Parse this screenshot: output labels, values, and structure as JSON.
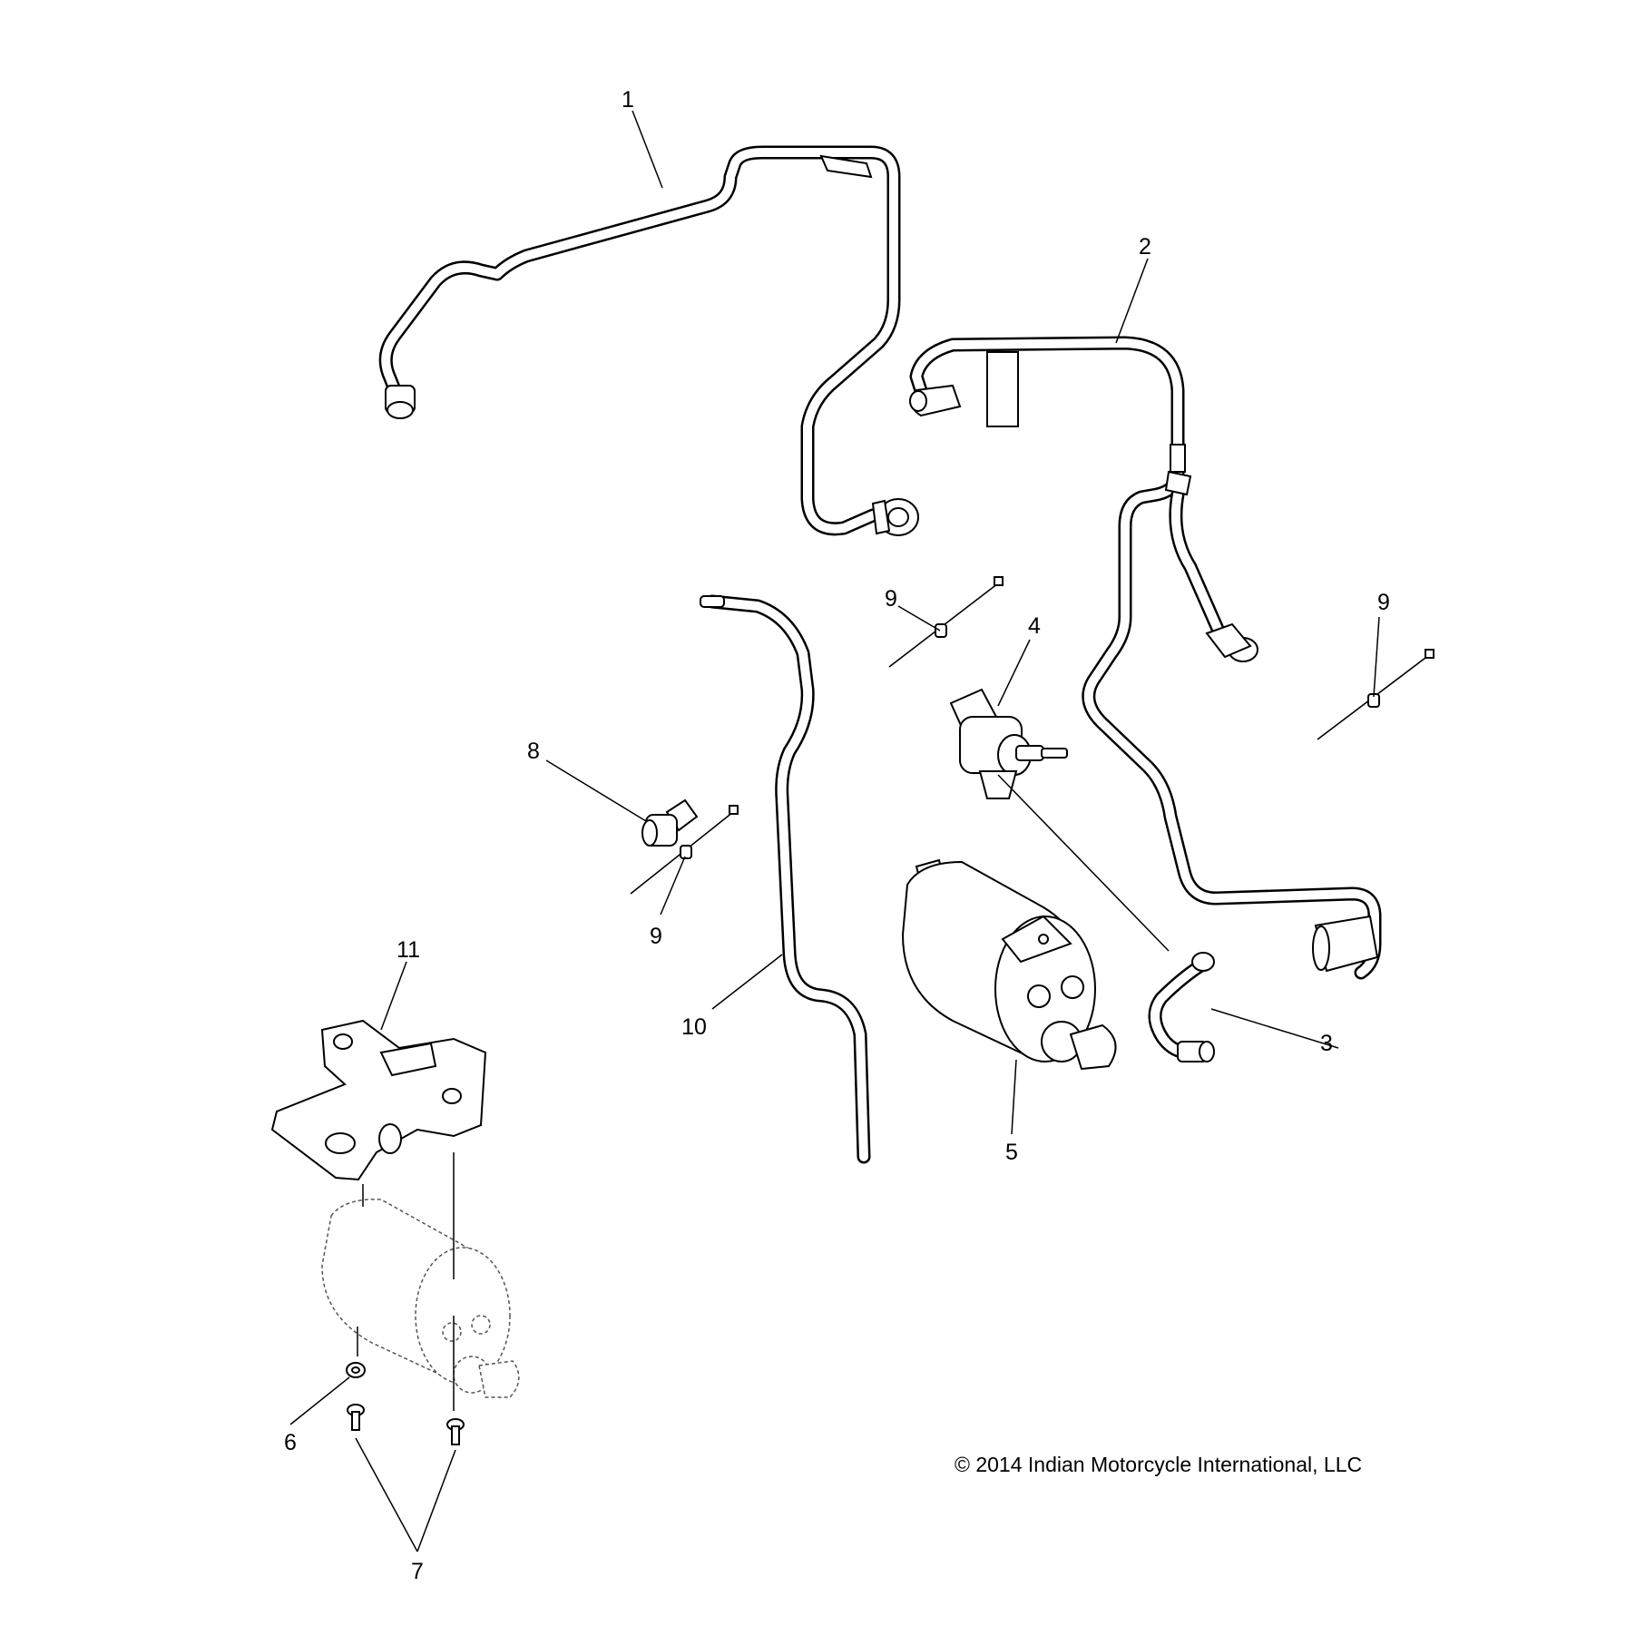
{
  "callouts": [
    "1",
    "2",
    "3",
    "4",
    "5",
    "6",
    "7",
    "8",
    "9",
    "9",
    "9",
    "10",
    "11"
  ],
  "copyright": "© 2014 Indian Motorcycle International, LLC"
}
